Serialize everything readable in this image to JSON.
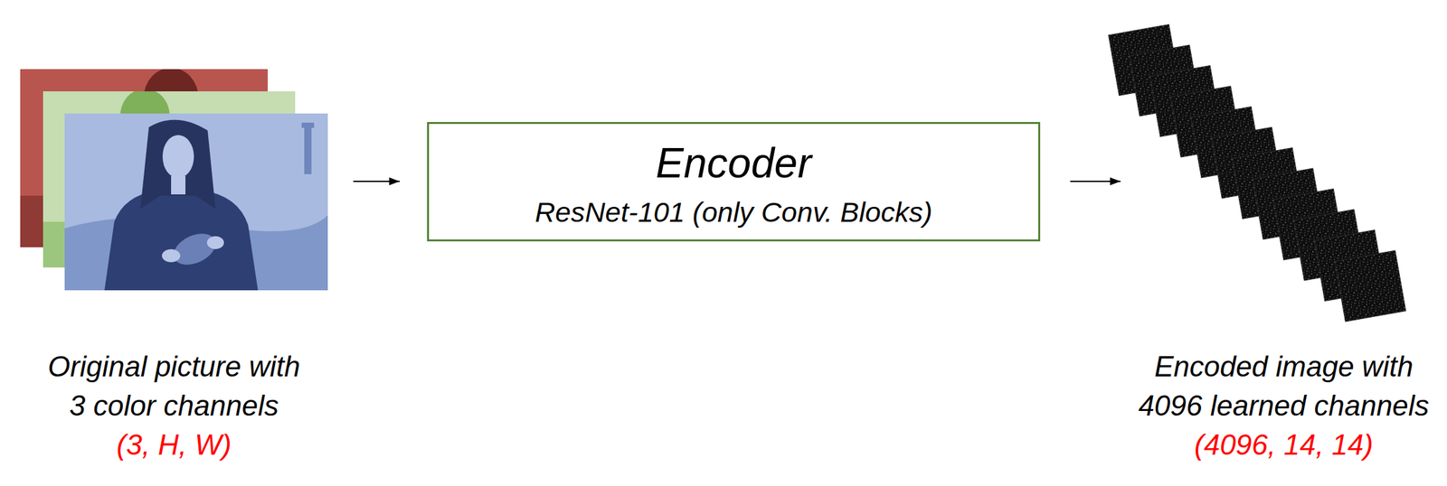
{
  "diagram": {
    "nodes": [
      {
        "text": [
          "Original picture with 3 color channels",
          "(3, H, W)"
        ]
      },
      {
        "text": [
          "Encoder",
          "ResNet-101 (only Conv. Blocks)"
        ]
      },
      {
        "text": [
          "Encoded image with 4096 learned channels",
          "(4096, 14, 14)"
        ]
      }
    ],
    "edges": [
      {
        "from": 0,
        "to": 1,
        "arrow": "to"
      },
      {
        "from": 1,
        "to": 2,
        "arrow": "to"
      }
    ]
  }
}
